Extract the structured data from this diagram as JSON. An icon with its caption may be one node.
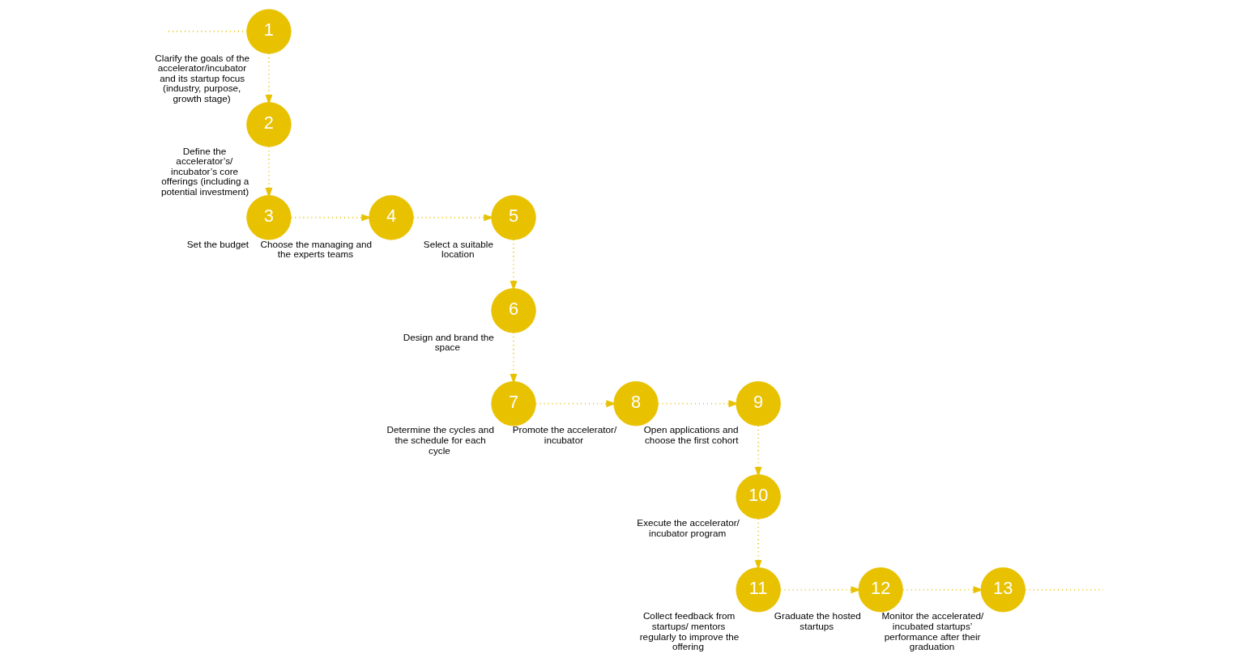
{
  "diagram": {
    "nodes": [
      {
        "text": [
          "1"
        ],
        "beside": [
          "Clarify the goals of the accelerator/incubator and its startup focus (industry, purpose, growth stage)"
        ]
      },
      {
        "text": [
          "2"
        ],
        "beside": [
          "Define the accelerator’s/ incubator’s core offerings (including a potential investment)"
        ]
      },
      {
        "text": [
          "3"
        ],
        "beside": [
          "Set the budget"
        ]
      },
      {
        "text": [
          "4"
        ],
        "beside": [
          "Choose the managing and the experts teams"
        ]
      },
      {
        "text": [
          "5"
        ],
        "beside": [
          "Select a suitable location"
        ]
      },
      {
        "text": [
          "6"
        ],
        "beside": [
          "Design and brand the space"
        ]
      },
      {
        "text": [
          "7"
        ],
        "beside": [
          "Determine the cycles and the schedule for each cycle"
        ]
      },
      {
        "text": [
          "8"
        ],
        "beside": [
          "Promote the accelerator/ incubator"
        ]
      },
      {
        "text": [
          "9"
        ],
        "beside": [
          "Open applications and choose the first cohort"
        ]
      },
      {
        "text": [
          "10"
        ],
        "beside": [
          "Execute the accelerator/ incubator program"
        ]
      },
      {
        "text": [
          "11"
        ],
        "beside": [
          "Collect feedback from startups/ mentors regularly to improve the offering"
        ]
      },
      {
        "text": [
          "12"
        ],
        "beside": [
          "Graduate the hosted startups"
        ]
      },
      {
        "text": [
          "13"
        ],
        "beside": [
          "Monitor the accelerated/ incubated startups’ performance after their graduation"
        ]
      }
    ],
    "edges": [
      {
        "from": null,
        "to": 0,
        "arrow": "none"
      },
      {
        "from": 0,
        "to": 1,
        "arrow": "to"
      },
      {
        "from": 1,
        "to": 2,
        "arrow": "to"
      },
      {
        "from": 2,
        "to": 3,
        "arrow": "to"
      },
      {
        "from": 3,
        "to": 4,
        "arrow": "to"
      },
      {
        "from": 4,
        "to": 5,
        "arrow": "to"
      },
      {
        "from": 5,
        "to": 6,
        "arrow": "to"
      },
      {
        "from": 6,
        "to": 7,
        "arrow": "to"
      },
      {
        "from": 7,
        "to": 8,
        "arrow": "to"
      },
      {
        "from": 8,
        "to": 9,
        "arrow": "to"
      },
      {
        "from": 9,
        "to": 10,
        "arrow": "to"
      },
      {
        "from": 10,
        "to": 11,
        "arrow": "to"
      },
      {
        "from": 11,
        "to": 12,
        "arrow": "to"
      },
      {
        "from": 12,
        "to": null,
        "arrow": "none"
      }
    ]
  }
}
